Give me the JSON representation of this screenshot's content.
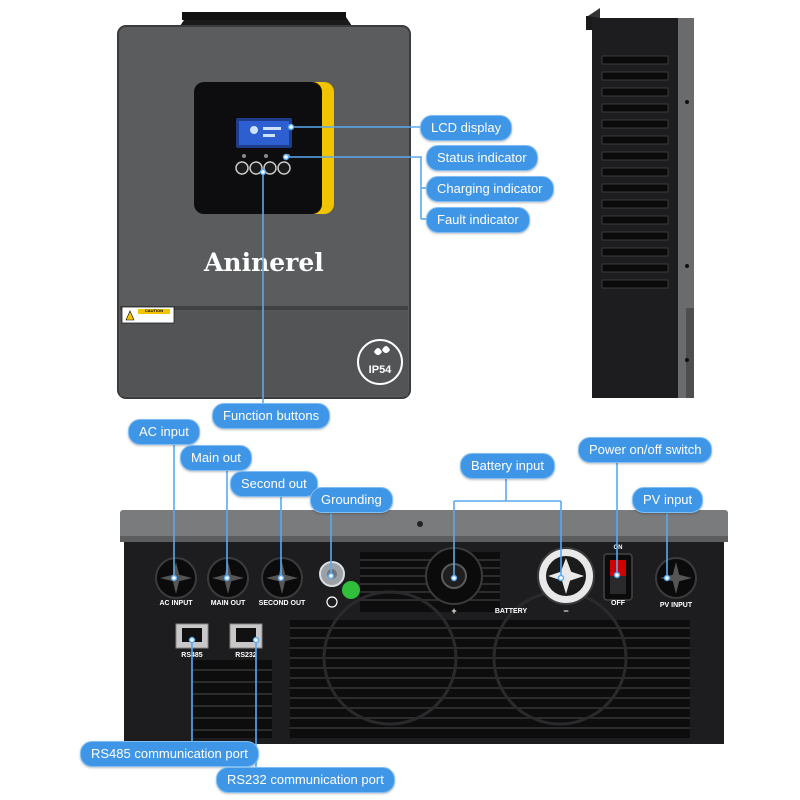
{
  "product": {
    "brand": "Aninerel",
    "ip_rating": "IP54",
    "caution_label": "CAUTION"
  },
  "front_callouts": {
    "lcd_display": "LCD display",
    "status_indicator": "Status indicator",
    "charging_indicator": "Charging indicator",
    "fault_indicator": "Fault indicator",
    "function_buttons": "Function buttons"
  },
  "bottom_callouts": {
    "ac_input": "AC input",
    "main_out": "Main out",
    "second_out": "Second out",
    "grounding": "Grounding",
    "battery_input": "Battery input",
    "power_switch": "Power on/off switch",
    "pv_input": "PV input",
    "rs485_port": "RS485 communication port",
    "rs232_port": "RS232 communication port"
  },
  "panel_labels": {
    "ac_input": "AC INPUT",
    "main_out": "MAIN OUT",
    "second_out": "SECOND OUT",
    "battery": "BATTERY",
    "plus": "+",
    "minus": "−",
    "on": "ON",
    "off": "OFF",
    "pv_input": "PV INPUT",
    "rs485": "RS485",
    "rs232": "RS232"
  },
  "colors": {
    "callout_blue": "#3f95e6",
    "callout_line": "#5aaaf0",
    "housing_gray": "#5b5c5e",
    "panel_black": "#1d1d1f",
    "accent_yellow": "#f2c400"
  }
}
